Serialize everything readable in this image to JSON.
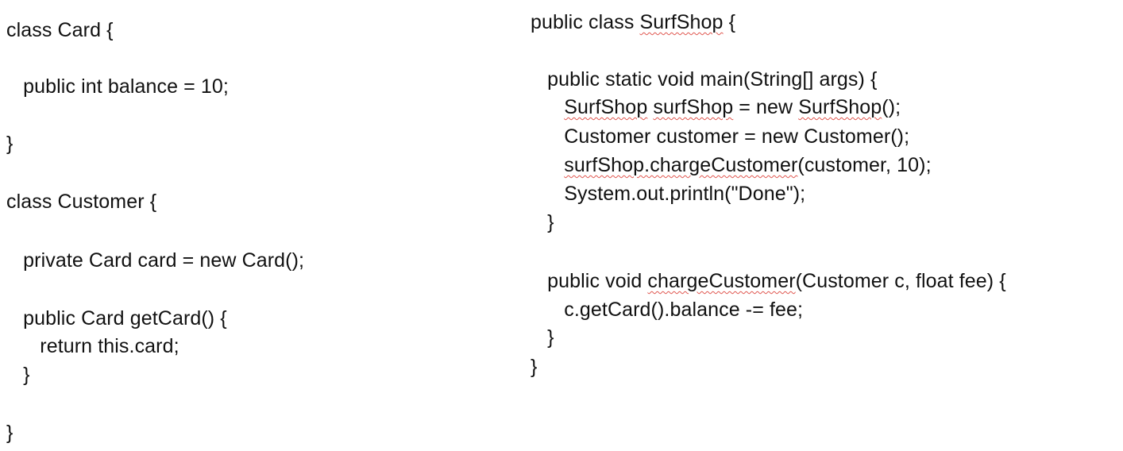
{
  "left_code": {
    "lines": [
      [
        {
          "t": "class Card {"
        }
      ],
      [
        {
          "t": "   public int balance = 10;"
        }
      ],
      [
        {
          "t": "}"
        }
      ],
      [
        {
          "t": "class Customer {"
        }
      ],
      [
        {
          "t": "   private Card card = new Card();"
        }
      ],
      [
        {
          "t": "   public Card getCard() {"
        }
      ],
      [
        {
          "t": "      return this.card;"
        }
      ],
      [
        {
          "t": "   }"
        }
      ],
      [
        {
          "t": "}"
        }
      ]
    ]
  },
  "right_code": {
    "lines": [
      [
        {
          "t": "public class "
        },
        {
          "t": "SurfShop",
          "s": true
        },
        {
          "t": " {"
        }
      ],
      [
        {
          "t": "   public static void main(String[] args) {"
        }
      ],
      [
        {
          "t": "      "
        },
        {
          "t": "SurfShop",
          "s": true
        },
        {
          "t": " "
        },
        {
          "t": "surfShop",
          "s": true
        },
        {
          "t": " = new "
        },
        {
          "t": "SurfShop",
          "s": true
        },
        {
          "t": "();"
        }
      ],
      [
        {
          "t": "      Customer customer = new Customer();"
        }
      ],
      [
        {
          "t": "      "
        },
        {
          "t": "surfShop.chargeCustomer",
          "s": true
        },
        {
          "t": "(customer, 10);"
        }
      ],
      [
        {
          "t": "      System.out.println(\"Done\");"
        }
      ],
      [
        {
          "t": "   }"
        }
      ],
      [
        {
          "t": "   public void "
        },
        {
          "t": "chargeCustomer",
          "s": true
        },
        {
          "t": "(Customer c, float fee) {"
        }
      ],
      [
        {
          "t": "      c.getCard().balance -= fee;"
        }
      ],
      [
        {
          "t": "   }"
        }
      ],
      [
        {
          "t": "}"
        }
      ]
    ]
  },
  "colors": {
    "text": "#111111",
    "spell_squiggle": "#e0564f",
    "background": "#ffffff"
  }
}
